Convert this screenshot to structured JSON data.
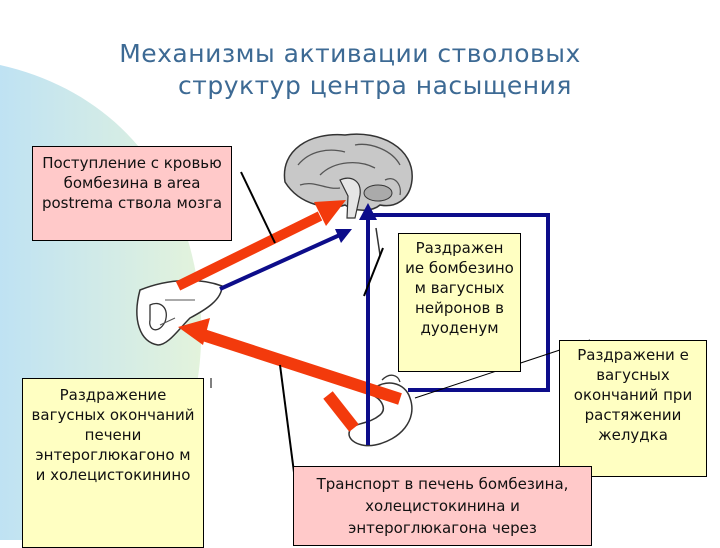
{
  "title": {
    "line1": "Механизмы   активации   стволовых",
    "line2": "структур центра    насыщения"
  },
  "boxes": {
    "blood_intake": "Поступление с кровью бомбезина в area postrema ствола  мозга",
    "duodenum": "Раздражен ие  бомбезино м вагусных нейронов в дуоденум",
    "stomach": "Раздражени е вагусных окончаний при растяжении желудка",
    "liver": "Раздражение вагусных окончаний печени энтероглюкагоно м и холецистокинино",
    "transport": "Транспорт  в  печень бомбезина, холецистокинина и энтероглюкагона через"
  },
  "colors": {
    "title": "#3d6a94",
    "red_arrow": "#f33a0c",
    "blue_arrow": "#0d0d8a",
    "pink_box": "#ffc9c9",
    "yellow_box": "#ffffc2",
    "background_arc": "#cfe8f5"
  },
  "icons": [
    "brain-icon",
    "liver-icon",
    "stomach-icon"
  ]
}
